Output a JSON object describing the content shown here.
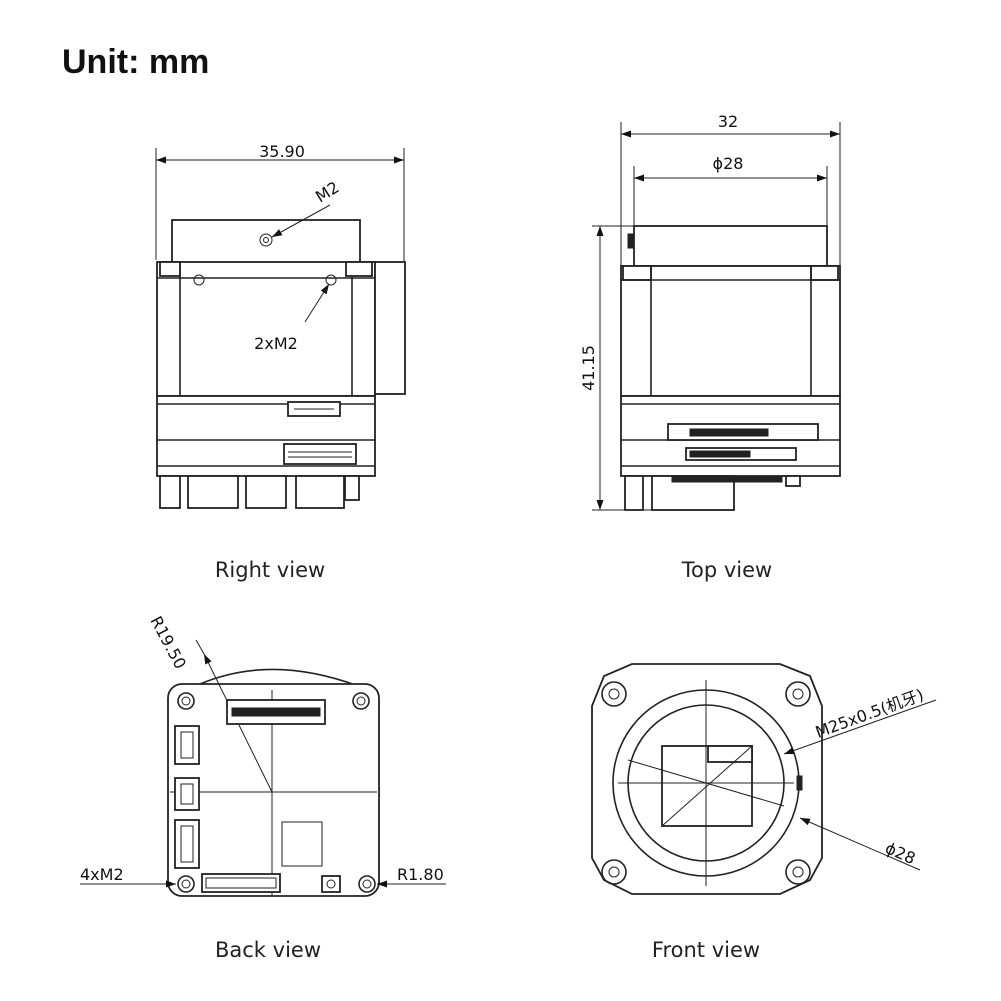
{
  "page": {
    "unit_label": "Unit: mm"
  },
  "views": {
    "right": {
      "caption": "Right view",
      "width_dim": "35.90",
      "top_hole": "M2",
      "side_holes": "2xM2"
    },
    "top": {
      "caption": "Top view",
      "width_dim": "32",
      "diameter_dim": "ϕ28",
      "height_dim": "41.15"
    },
    "back": {
      "caption": "Back view",
      "radius_dim": "R19.50",
      "mount_holes": "4xM2",
      "corner_radius": "R1.80"
    },
    "front": {
      "caption": "Front view",
      "thread": "M25x0.5(机牙)",
      "diameter_dim": "ϕ28"
    }
  }
}
